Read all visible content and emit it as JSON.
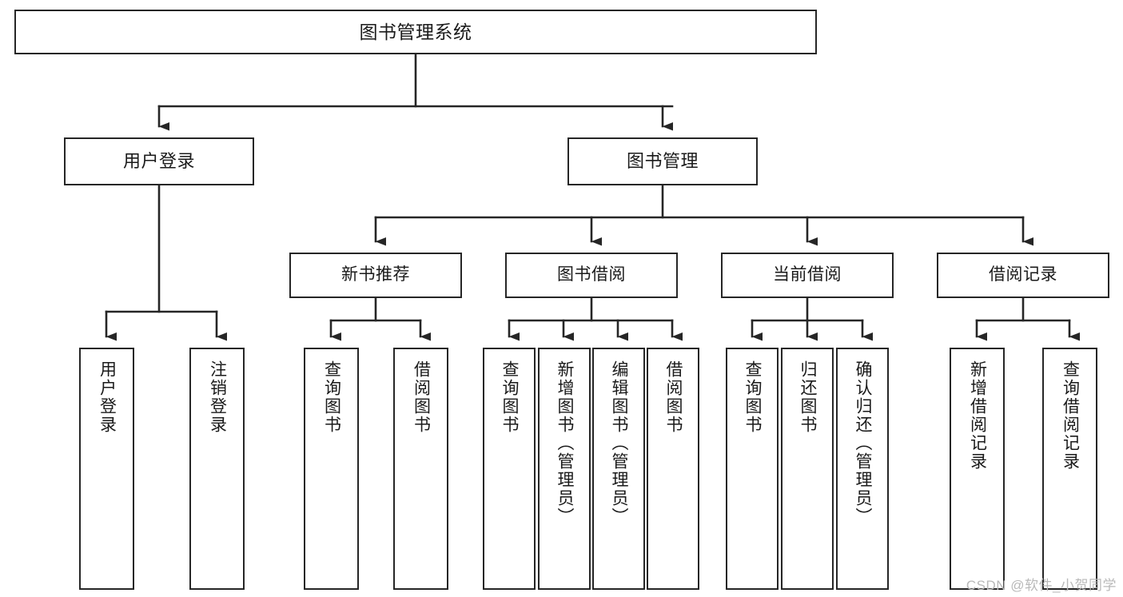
{
  "diagram": {
    "type": "tree-hierarchy",
    "title": "图书管理系统",
    "watermark": "CSDN @软件_小贺同学",
    "colors": {
      "box_border": "#262626",
      "box_fill": "#ffffff",
      "connector": "#262626",
      "text": "#1a1a1a",
      "watermark": "#b9b9b9",
      "background": "#ffffff"
    },
    "levels": {
      "root": {
        "label": "图书管理系统"
      },
      "level2": [
        {
          "label": "用户登录"
        },
        {
          "label": "图书管理"
        }
      ],
      "level3": [
        {
          "label": "新书推荐"
        },
        {
          "label": "图书借阅"
        },
        {
          "label": "当前借阅"
        },
        {
          "label": "借阅记录"
        }
      ]
    },
    "leaves": {
      "user_login": [
        {
          "label": "用户登录"
        },
        {
          "label": "注销登录"
        }
      ],
      "new_book_recommend": [
        {
          "label": "查询图书"
        },
        {
          "label": "借阅图书"
        }
      ],
      "book_borrow": [
        {
          "label": "查询图书"
        },
        {
          "label": "新增图书（管理员）"
        },
        {
          "label": "编辑图书（管理员）"
        },
        {
          "label": "借阅图书"
        }
      ],
      "current_borrow": [
        {
          "label": "查询图书"
        },
        {
          "label": "归还图书"
        },
        {
          "label": "确认归还（管理员）"
        }
      ],
      "borrow_record": [
        {
          "label": "新增借阅记录"
        },
        {
          "label": "查询借阅记录"
        }
      ]
    }
  }
}
